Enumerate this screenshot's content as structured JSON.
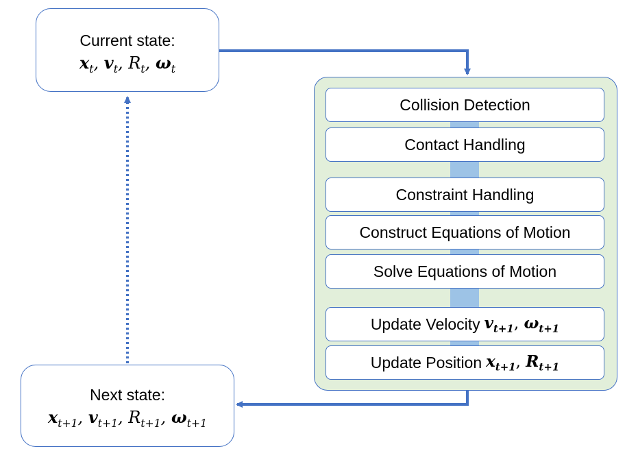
{
  "current_state": {
    "label": "Current state:",
    "vars": "x_t, v_t, R_t, ω_t"
  },
  "next_state": {
    "label": "Next state:",
    "vars": "x_{t+1}, v_{t+1}, R_{t+1}, ω_{t+1}"
  },
  "pipeline_steps": [
    {
      "label": "Collision Detection"
    },
    {
      "label": "Contact Handling"
    },
    {
      "label": "Constraint Handling"
    },
    {
      "label": "Construct Equations of Motion"
    },
    {
      "label": "Solve Equations of Motion"
    },
    {
      "label": "Update Velocity",
      "math": "v_{t+1}, ω_{t+1}"
    },
    {
      "label": "Update Position",
      "math": "x_{t+1}, R_{t+1}"
    }
  ],
  "colors": {
    "stroke": "#4472c4",
    "pipeline_fill": "#e2efda",
    "spine": "#9dc3e6",
    "box_fill": "#ffffff"
  }
}
